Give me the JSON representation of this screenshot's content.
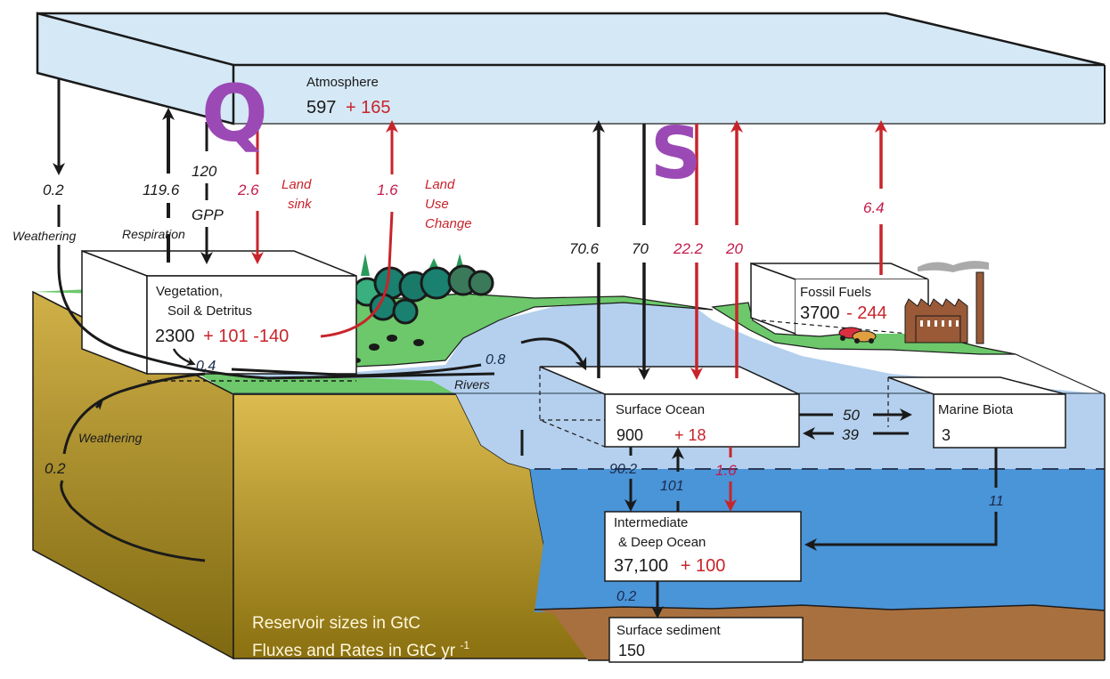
{
  "colors": {
    "atmosphere": "#d5e8f6",
    "ocean_surface": "#b4d0ee",
    "ocean_deep": "#4a94d8",
    "sediment": "#a8703e",
    "soil_light": "#d8b84a",
    "soil_dark": "#8a7010",
    "grass": "#6cc86a",
    "black_flux": "#1a1a1a",
    "red_flux": "#c8242b",
    "marker": "#9b4ab5"
  },
  "markers": {
    "q": "Q",
    "s": "S"
  },
  "reservoirs": {
    "atmosphere": {
      "title": "Atmosphere",
      "base": "597",
      "change": "+ 165"
    },
    "vegetation": {
      "title_line1": "Vegetation,",
      "title_line2": "Soil & Detritus",
      "base": "2300",
      "change": "+ 101 -140"
    },
    "fossil": {
      "title": "Fossil Fuels",
      "base": "3700",
      "change": "- 244"
    },
    "surface_ocean": {
      "title": "Surface Ocean",
      "base": "900",
      "change": "+ 18"
    },
    "marine_biota": {
      "title": "Marine Biota",
      "base": "3"
    },
    "deep_ocean": {
      "title_line1": "Intermediate",
      "title_line2": "& Deep Ocean",
      "base": "37,100",
      "change": "+ 100"
    },
    "sediment": {
      "title": "Surface sediment",
      "base": "150"
    }
  },
  "fluxes": {
    "weathering_down": {
      "value": "0.2",
      "label": "Weathering"
    },
    "respiration": {
      "value": "119.6",
      "label": "Respiration"
    },
    "gpp": {
      "value": "120",
      "label": "GPP"
    },
    "land_sink": {
      "value": "2.6",
      "label_line1": "Land",
      "label_line2": "sink"
    },
    "land_use": {
      "value": "1.6",
      "label_line1": "Land",
      "label_line2": "Use",
      "label_line3": "Change"
    },
    "ocean_up": {
      "value": "70.6"
    },
    "ocean_down": {
      "value": "70"
    },
    "ocean_anthro_down": {
      "value": "22.2"
    },
    "ocean_anthro_up": {
      "value": "20"
    },
    "fossil_emission": {
      "value": "6.4"
    },
    "veg_to_rivers": {
      "value": "0.4"
    },
    "rivers": {
      "value": "0.8",
      "label": "Rivers"
    },
    "weathering_loop": {
      "value": "0.2",
      "label": "Weathering"
    },
    "surface_to_biota": {
      "value": "50"
    },
    "biota_to_surface": {
      "value": "39"
    },
    "surface_to_deep": {
      "value": "90.2"
    },
    "deep_to_surface": {
      "value": "101"
    },
    "anthro_to_deep": {
      "value": "1.6"
    },
    "biota_to_deep": {
      "value": "11"
    },
    "deep_to_sediment": {
      "value": "0.2"
    }
  },
  "legend": {
    "line1": "Reservoir sizes in GtC",
    "line2_main": "Fluxes and Rates in GtC yr",
    "line2_sup": "-1"
  }
}
